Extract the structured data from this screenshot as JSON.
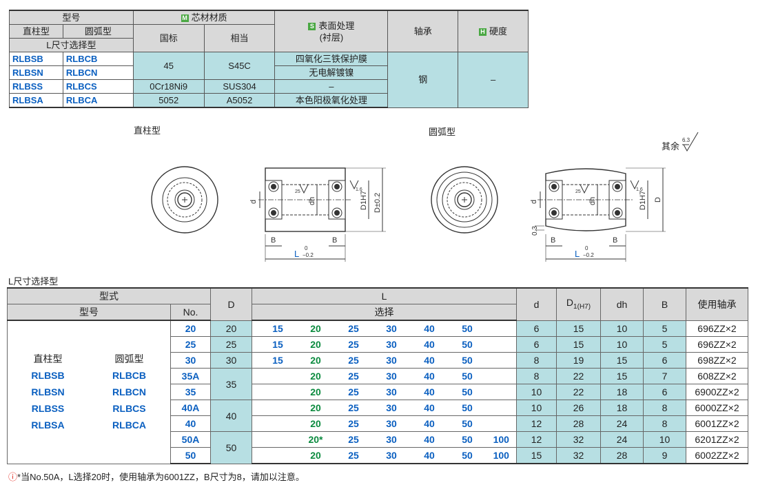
{
  "material_table": {
    "hdr_model": "型号",
    "hdr_straight": "直柱型",
    "hdr_arc": "圆弧型",
    "hdr_lsel": "L尺寸选择型",
    "hdr_core": "芯材材质",
    "hdr_core_badge": "M",
    "hdr_std": "国标",
    "hdr_equiv": "相当",
    "hdr_surface": "表面处理",
    "hdr_surface_badge": "S",
    "hdr_surface_sub": "(衬层)",
    "hdr_bearing": "轴承",
    "hdr_hardness": "硬度",
    "hdr_hardness_badge": "H",
    "rows": [
      {
        "straight": "RLBSB",
        "arc": "RLBCB",
        "surface": "四氧化三铁保护膜"
      },
      {
        "straight": "RLBSN",
        "arc": "RLBCN",
        "surface": "无电解镀镍"
      },
      {
        "straight": "RLBSS",
        "arc": "RLBCS",
        "std": "0Cr18Ni9",
        "equiv": "SUS304",
        "surface": "–"
      },
      {
        "straight": "RLBSA",
        "arc": "RLBCA",
        "std": "5052",
        "equiv": "A5052",
        "surface": "本色阳极氧化处理"
      }
    ],
    "std_steel": "45",
    "equiv_steel": "S45C",
    "bearing_value": "钢",
    "hardness_value": "–"
  },
  "drawings": {
    "straight_label": "直柱型",
    "arc_label": "圆弧型",
    "roughness_note": "其余",
    "roughness_value": "6.3",
    "dim_d": "d",
    "dim_dh": "dh",
    "dim_D1": "D1H7",
    "dim_D_tol": "D±0.2",
    "dim_D": "D",
    "dim_B": "B",
    "dim_L": "L",
    "L_tol_upper": "0",
    "L_tol_lower": "−0.2",
    "dim_arc_offset": "0.3",
    "roughness_small_1": "25",
    "roughness_small_2": "1.6"
  },
  "selection": {
    "title": "L尺寸选择型",
    "hdr_type": "型式",
    "hdr_model": "型号",
    "hdr_no": "No.",
    "hdr_D": "D",
    "hdr_L": "L",
    "hdr_L_sub": "选择",
    "hdr_d": "d",
    "hdr_D1": "D",
    "hdr_D1_sub": "1(H7)",
    "hdr_dh": "dh",
    "hdr_B": "B",
    "hdr_bearing": "使用轴承",
    "types_straight_hdr": "直柱型",
    "types_arc_hdr": "圆弧型",
    "types_straight": [
      "RLBSB",
      "RLBSN",
      "RLBSS",
      "RLBSA"
    ],
    "types_arc": [
      "RLBCB",
      "RLBCN",
      "RLBCS",
      "RLBCA"
    ],
    "rows": [
      {
        "no": "20",
        "D": "20",
        "L": [
          "15",
          "20",
          "25",
          "30",
          "40",
          "50",
          ""
        ],
        "d": "6",
        "D1": "15",
        "dh": "10",
        "B": "5",
        "bearing": "696ZZ×2"
      },
      {
        "no": "25",
        "D": "25",
        "L": [
          "15",
          "20",
          "25",
          "30",
          "40",
          "50",
          ""
        ],
        "d": "6",
        "D1": "15",
        "dh": "10",
        "B": "5",
        "bearing": "696ZZ×2"
      },
      {
        "no": "30",
        "D": "30",
        "L": [
          "15",
          "20",
          "25",
          "30",
          "40",
          "50",
          ""
        ],
        "d": "8",
        "D1": "19",
        "dh": "15",
        "B": "6",
        "bearing": "698ZZ×2"
      },
      {
        "no": "35A",
        "D": "35",
        "L": [
          "",
          "20",
          "25",
          "30",
          "40",
          "50",
          ""
        ],
        "d": "8",
        "D1": "22",
        "dh": "15",
        "B": "7",
        "bearing": "608ZZ×2"
      },
      {
        "no": "35",
        "D": "",
        "L": [
          "",
          "20",
          "25",
          "30",
          "40",
          "50",
          ""
        ],
        "d": "10",
        "D1": "22",
        "dh": "18",
        "B": "6",
        "bearing": "6900ZZ×2"
      },
      {
        "no": "40A",
        "D": "40",
        "L": [
          "",
          "20",
          "25",
          "30",
          "40",
          "50",
          ""
        ],
        "d": "10",
        "D1": "26",
        "dh": "18",
        "B": "8",
        "bearing": "6000ZZ×2"
      },
      {
        "no": "40",
        "D": "",
        "L": [
          "",
          "20",
          "25",
          "30",
          "40",
          "50",
          ""
        ],
        "d": "12",
        "D1": "28",
        "dh": "24",
        "B": "8",
        "bearing": "6001ZZ×2"
      },
      {
        "no": "50A",
        "D": "50",
        "L": [
          "",
          "20*",
          "25",
          "30",
          "40",
          "50",
          "100"
        ],
        "d": "12",
        "D1": "32",
        "dh": "24",
        "B": "10",
        "bearing": "6201ZZ×2"
      },
      {
        "no": "50",
        "D": "",
        "L": [
          "",
          "20",
          "25",
          "30",
          "40",
          "50",
          "100"
        ],
        "d": "15",
        "D1": "32",
        "dh": "28",
        "B": "9",
        "bearing": "6002ZZ×2"
      }
    ]
  },
  "note": {
    "icon": "warning-icon",
    "text": "*当No.50A，L选择20时，使用轴承为6001ZZ，B尺寸为8，请加以注意。"
  },
  "colors": {
    "cyan": "#b7dfe3",
    "blue": "#0a5fc0",
    "green": "#0a8a3e",
    "gray": "#d9d9d9"
  }
}
